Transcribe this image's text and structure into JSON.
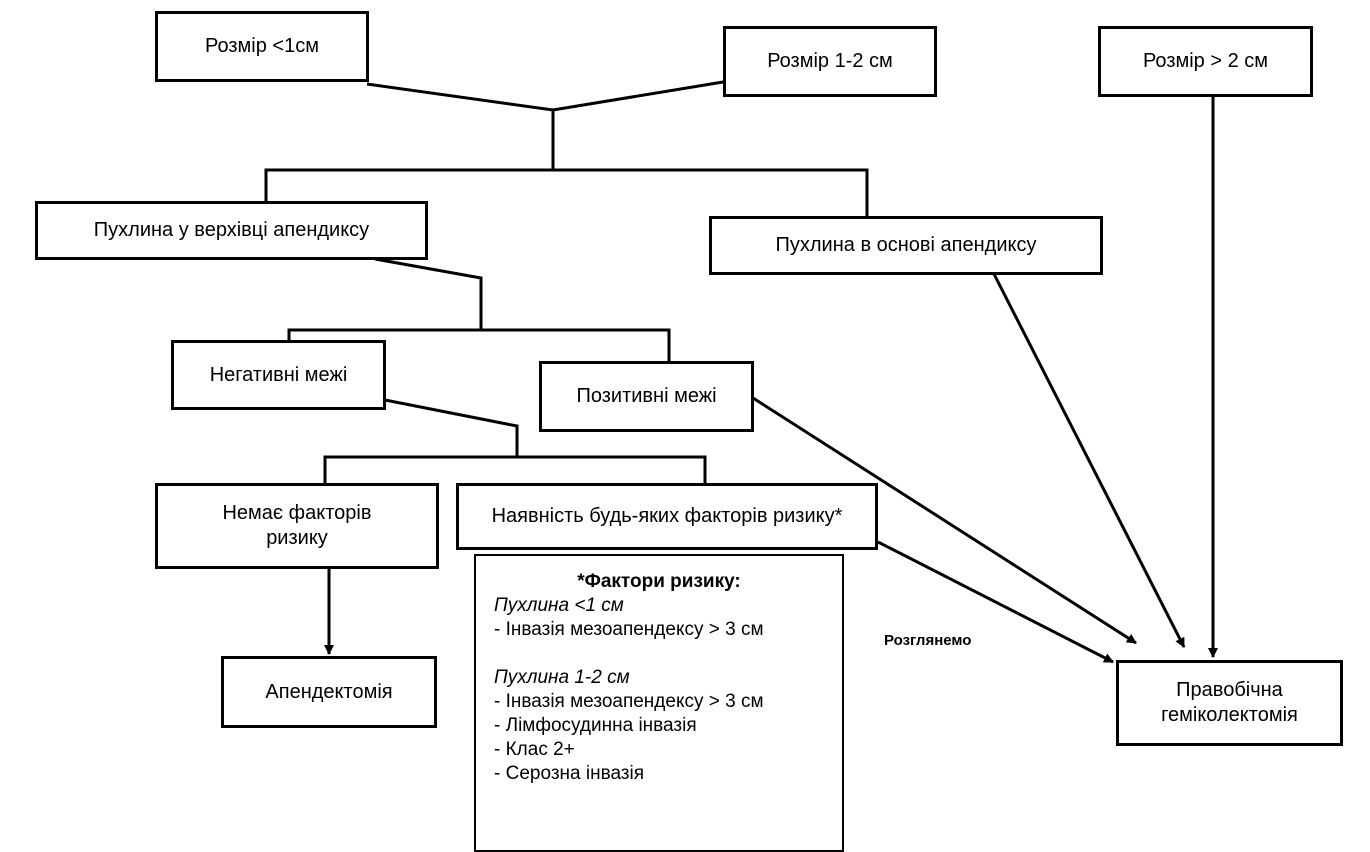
{
  "nodes": {
    "size_lt1": "Розмір <1см",
    "size_1_2": "Розмір 1-2 см",
    "size_gt2": "Розмір > 2 см",
    "tumor_tip": "Пухлина у верхівці апендиксу",
    "tumor_base": "Пухлина в основі апендиксу",
    "neg_margins": "Негативні межі",
    "pos_margins": "Позитивні межі",
    "no_risk": "Немає факторів ризику",
    "any_risk": "Наявність будь-яких факторів ризику*",
    "appendectomy": "Апендектомія",
    "hemicolectomy": "Правобічна геміколектомія"
  },
  "risk_factors": {
    "title": "*Фактори ризику:",
    "group1_title": "Пухлина <1 см",
    "group1_items": [
      "- Інвазія мезоапендексу > 3 см"
    ],
    "group2_title": "Пухлина 1-2 см",
    "group2_items": [
      "- Інвазія мезоапендексу > 3 см",
      "- Лімфосудинна інвазія",
      "- Клас 2+",
      "- Серозна інвазія"
    ]
  },
  "edge_label_consider": "Розглянемо"
}
